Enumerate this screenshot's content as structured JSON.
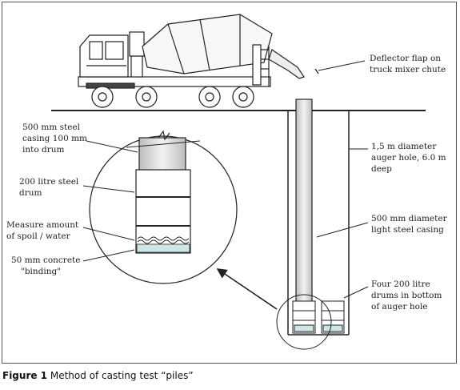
{
  "diagram": {
    "labels": {
      "deflector": [
        "Deflector flap on",
        "truck mixer chute"
      ],
      "casing_into_drum": [
        "500 mm steel",
        "casing 100 mm",
        "into drum"
      ],
      "auger_hole": [
        "1,5 m diameter",
        "auger hole, 6.0 m",
        "deep"
      ],
      "steel_drum": [
        "200 litre steel",
        "drum"
      ],
      "measure_spoil": [
        "Measure amount",
        "of spoil / water"
      ],
      "light_casing": [
        "500 mm diameter",
        "light steel casing"
      ],
      "binding": [
        "50 mm concrete",
        "\"binding\""
      ],
      "four_drums": [
        "Four 200 litre",
        "drums in bottom",
        "of auger hole"
      ]
    }
  },
  "caption": {
    "label": "Figure 1",
    "text": "Method of casting test “piles”"
  },
  "colors": {
    "line": "#222222",
    "casing_fill": "#d9d9d9",
    "binding_fill": "#cde6e6"
  }
}
